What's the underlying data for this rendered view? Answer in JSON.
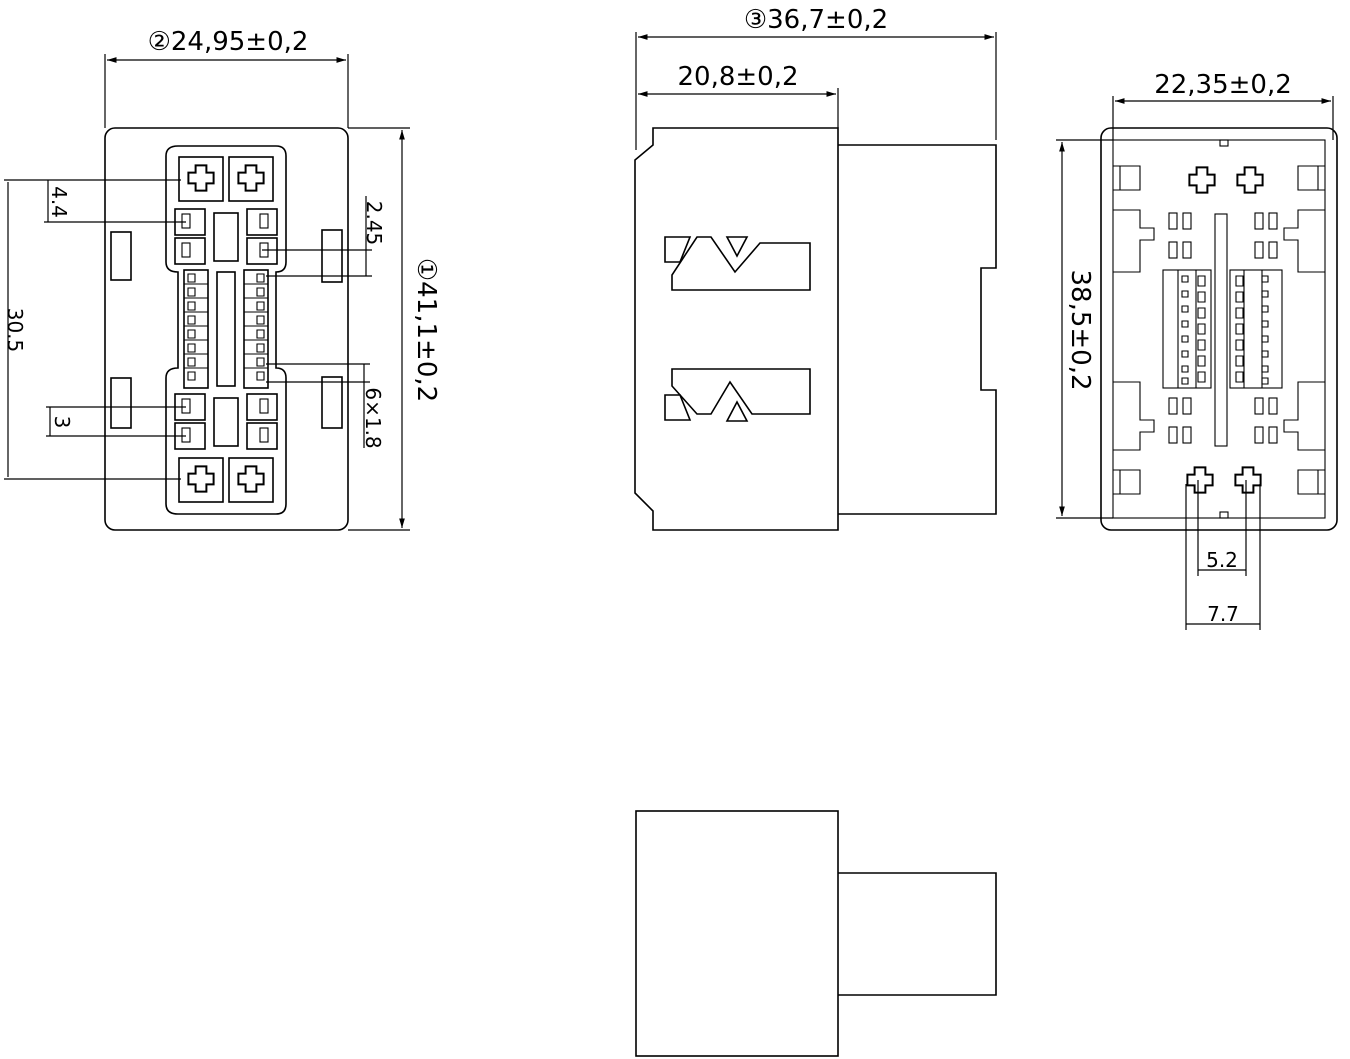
{
  "drawing": {
    "front_view": {
      "width_dim": "②24,95±0,2",
      "height_dim": "①41,1±0,2",
      "pitch_top": "4.4",
      "pitch_small": "2.45",
      "span": "30.5",
      "pitch_bottom": "3",
      "slot_size": "6×1.8"
    },
    "side_view": {
      "total_length": "③36,7±0,2",
      "body_length": "20,8±0,2"
    },
    "rear_view": {
      "width_dim": "22,35±0,2",
      "height_dim": "38,5±0,2",
      "pin_pitch_inner": "5.2",
      "pin_pitch_outer": "7.7"
    }
  }
}
